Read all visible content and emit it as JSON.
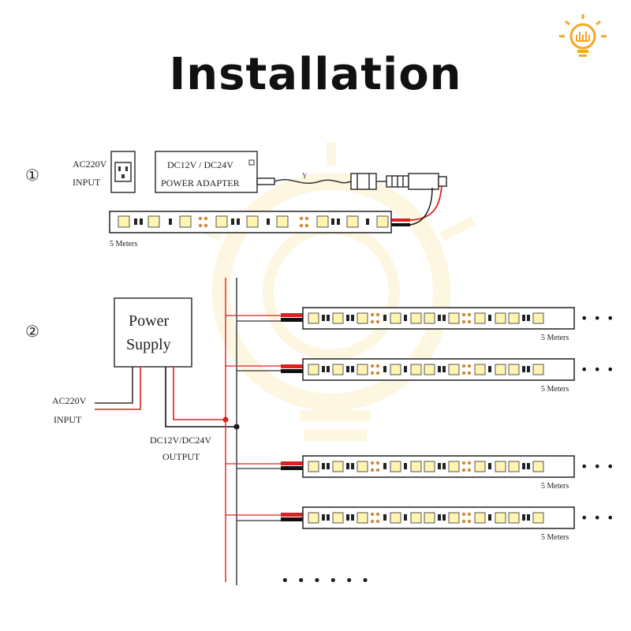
{
  "page_title": "Installation",
  "colors": {
    "accent": "#F5A623",
    "wire_red": "#E02020",
    "wire_black": "#111111",
    "led_yellow": "#FFF4B0",
    "watermark": "#FCEFC9"
  },
  "icons": {
    "logo": "light-bulb-icon"
  },
  "step1": {
    "marker": "①",
    "input_label_line1": "AC220V",
    "input_label_line2": "INPUT",
    "adapter_label_line1": "DC12V / DC24V",
    "adapter_label_line2": "POWER ADAPTER",
    "strip_length": "5 Meters"
  },
  "step2": {
    "marker": "②",
    "power_supply_line1": "Power",
    "power_supply_line2": "Supply",
    "input_label_line1": "AC220V",
    "input_label_line2": "INPUT",
    "output_label_line1": "DC12V/DC24V",
    "output_label_line2": "OUTPUT",
    "strip_lengths": [
      "5 Meters",
      "5 Meters",
      "5 Meters",
      "5 Meters"
    ],
    "continuation": "• • •",
    "more_strips": "• • • • • •"
  }
}
